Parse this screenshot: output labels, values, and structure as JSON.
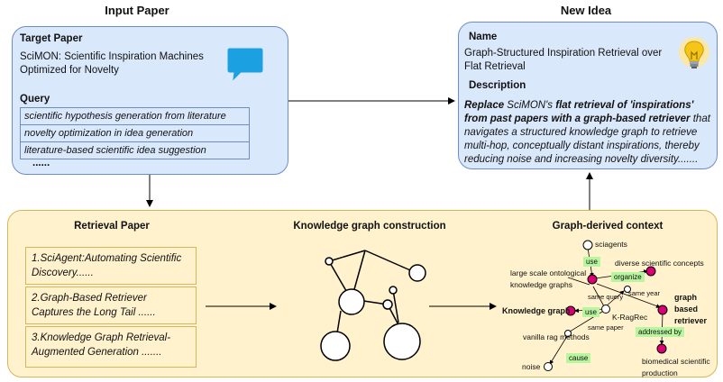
{
  "headings": {
    "input_paper": "Input Paper",
    "new_idea": "New Idea"
  },
  "input_panel": {
    "target_label": "Target Paper",
    "target_title": "SciMON: Scientific Inspiration Machines  Optimized for Novelty",
    "query_label": "Query",
    "queries": [
      "scientific hypothesis generation from literature",
      "novelty optimization in idea generation",
      "literature-based scientific idea suggestion"
    ],
    "more": "......"
  },
  "idea_panel": {
    "name_label": "Name",
    "name_value": "Graph-Structured Inspiration Retrieval over Flat Retrieval",
    "description_label": "Description",
    "description": {
      "p1_bold": "Replace",
      "p2": " SciMON's ",
      "p3_bold": "flat retrieval of 'inspirations' from past papers with a graph-based retriever",
      "p4": " that navigates a structured knowledge graph to retrieve multi-hop, conceptually distant inspirations, thereby reducing noise and increasing novelty diversity......."
    }
  },
  "bottom_panel": {
    "retrieval_heading": "Retrieval Paper",
    "papers": [
      "1.SciAgent:Automating Scientific Discovery......",
      "2.Graph-Based Retriever Captures the Long Tail ......",
      "3.Knowledge Graph Retrieval-Augmented Generation ......."
    ],
    "kg_heading": "Knowledge graph construction",
    "context_heading": "Graph-derived context",
    "graph": {
      "sciagents": "sciagents",
      "use_top": "use",
      "diverse": "diverse scientific concepts",
      "organize": "organize",
      "large_scale": "large scale ontological knowledge graphs",
      "same_query": "same query",
      "same_year": "same year",
      "graph_based": "graph based retriever",
      "knowledge_graph": "Knowledge graph",
      "use_mid": "use",
      "k_ragrec": "K-RagRec",
      "same_paper": "same paper",
      "vanilla": "vanilla rag methods",
      "addressed": "addressed by",
      "cause": "cause",
      "noise": "noise",
      "biomedical": "biomedical scientific production"
    }
  },
  "colors": {
    "blue_fill": "#dae8fc",
    "blue_stroke": "#6c8ebf",
    "yellow_fill": "#fff2cc",
    "yellow_stroke": "#d6b656",
    "node_magenta": "#d80073",
    "tag_green": "#b7f59f",
    "chat_icon": "#1ba1e2",
    "bulb": "#f5c518"
  },
  "icons": [
    "chat-bubble-icon",
    "lightbulb-icon"
  ]
}
